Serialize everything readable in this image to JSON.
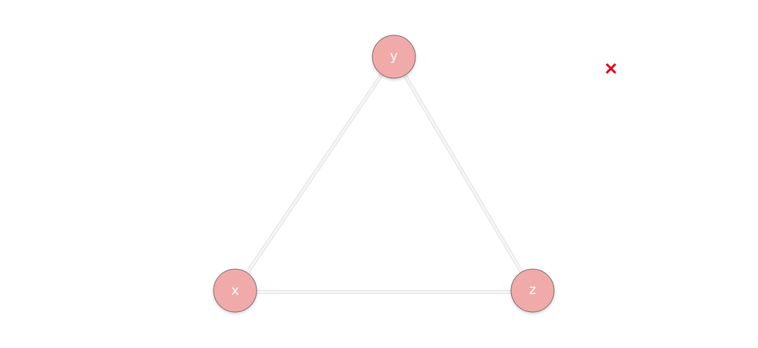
{
  "graph": {
    "colors": {
      "node_fill": "#f1aaaa",
      "close_icon": "#e8001a"
    },
    "nodes": [
      {
        "id": "y",
        "label": "y"
      },
      {
        "id": "x",
        "label": "x"
      },
      {
        "id": "z",
        "label": "z"
      }
    ],
    "edges": [
      {
        "from": "x",
        "to": "y"
      },
      {
        "from": "y",
        "to": "z"
      },
      {
        "from": "x",
        "to": "z"
      }
    ]
  },
  "toolbar": {
    "close_icon": "close-icon"
  }
}
